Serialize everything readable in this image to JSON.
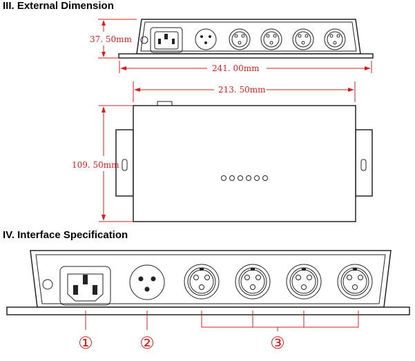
{
  "sections": {
    "external_title": "III. External Dimension",
    "interface_title": "IV. Interface Specification"
  },
  "dimensions": {
    "height": "37. 50mm",
    "overall_length": "241. 00mm",
    "body_length": "213. 50mm",
    "width": "109. 50mm"
  },
  "callouts": {
    "power": "①",
    "dmx_in": "②",
    "dmx_out": "③"
  },
  "colors": {
    "dimension": "#d02020",
    "outline": "#222222"
  }
}
